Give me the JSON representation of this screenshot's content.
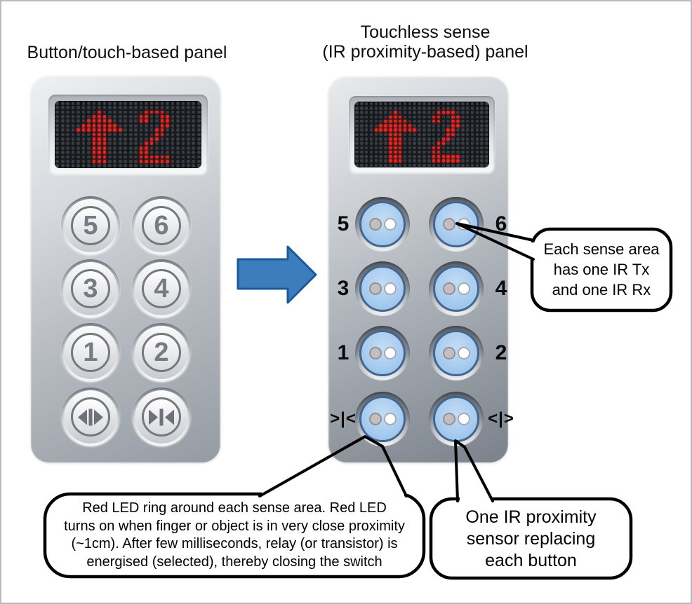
{
  "titles": {
    "left": "Button/touch-based panel",
    "right_line1": "Touchless sense",
    "right_line2": "(IR proximity-based) panel"
  },
  "led_display": {
    "content": "up-arrow 2",
    "screen_bg": "#17191d",
    "on_color": "#e12722",
    "off_color": "#383c43",
    "pattern": [
      "............................",
      "............................",
      "........#........####.......",
      ".......###......##..##......",
      "......#####.....##..##......",
      ".....#######........##......",
      "....#########......##.......",
      ".......###.........##.......",
      ".......###........##........",
      ".......###.......##.........",
      ".......###......##..........",
      ".......###......##..........",
      ".......###......######......",
      ".......###......######......",
      "............................"
    ]
  },
  "left_panel": {
    "name": "button-touch-panel",
    "button_labels": [
      "5",
      "6",
      "3",
      "4",
      "1",
      "2"
    ],
    "door_buttons": [
      {
        "icon": "door-open-icon"
      },
      {
        "icon": "door-close-icon"
      }
    ]
  },
  "right_panel": {
    "name": "touchless-ir-panel",
    "rows": [
      {
        "left_label": "5",
        "right_label": "6"
      },
      {
        "left_label": "3",
        "right_label": "4"
      },
      {
        "left_label": "1",
        "right_label": "2"
      },
      {
        "left_label": ">|<",
        "right_label": "<|>"
      }
    ]
  },
  "callouts": [
    {
      "id": "txrx",
      "lines": [
        "Each sense area",
        "has one IR Tx",
        "and one IR Rx"
      ]
    },
    {
      "id": "redled",
      "lines": [
        "Red LED ring around each sense area. Red LED",
        "turns on when finger or object is in very close proximity",
        "(~1cm). After few milliseconds, relay (or transistor) is",
        "energised (selected), thereby closing the switch"
      ]
    },
    {
      "id": "oneir",
      "lines": [
        "One IR proximity",
        "sensor replacing",
        "each button"
      ]
    }
  ],
  "colors": {
    "arrow_fill": "#3b7dbd",
    "arrow_stroke": "#1a5a9a",
    "callout_stroke": "#000000",
    "sensor_fill": "#a9cdf0",
    "sensor_border": "#44668e",
    "led_red": "#e12722"
  }
}
